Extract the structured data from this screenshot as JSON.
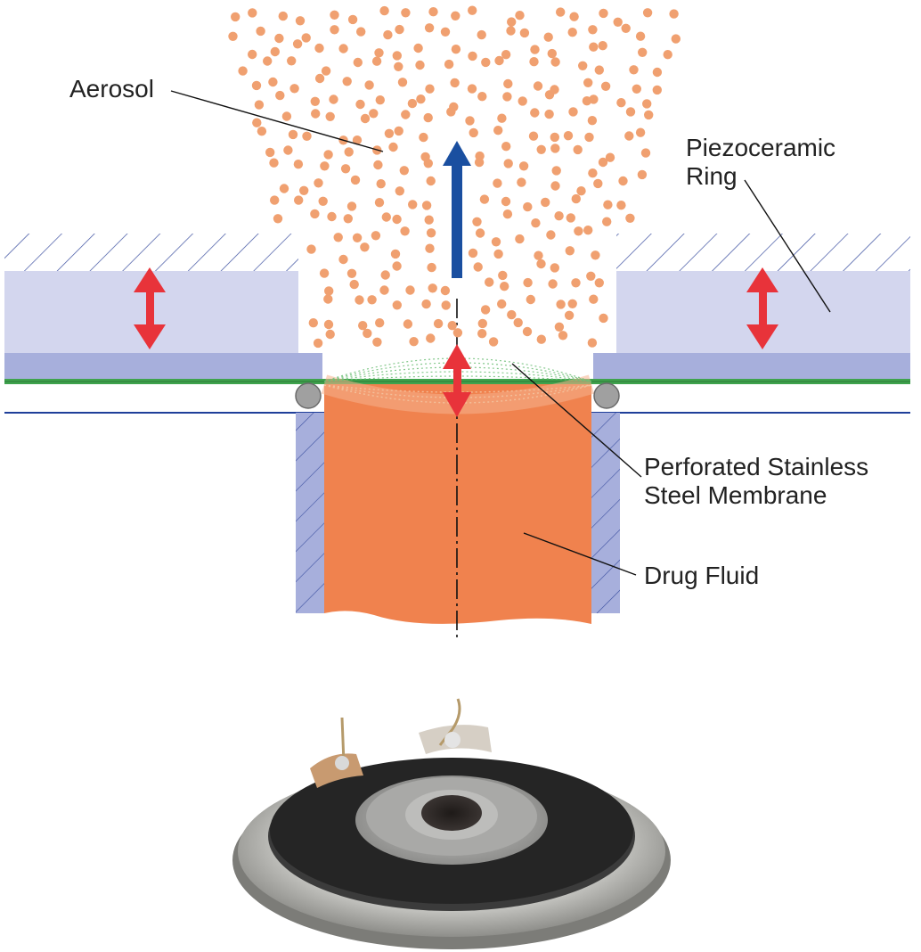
{
  "labels": {
    "aerosol": "Aerosol",
    "piezo_line1": "Piezoceramic",
    "piezo_line2": "Ring",
    "membrane_line1": "Perforated Stainless",
    "membrane_line2": "Steel Membrane",
    "fluid": "Drug Fluid"
  },
  "colors": {
    "aerosol_droplet": "#f0a070",
    "drug_fluid": "#f0824e",
    "piezo_ring": "#d3d6ee",
    "support_plate": "#a7afdc",
    "membrane": "#3fa34d",
    "vibration_arrow": "#e8333a",
    "flow_arrow": "#1a4fa0",
    "seal": "#a0a0a0",
    "hatch": "#3b4fa0"
  },
  "icons": {
    "flow_arrow": "arrow-up-icon",
    "vibration_arrow": "double-arrow-vertical-icon",
    "photo": "piezo-disc-photo"
  }
}
